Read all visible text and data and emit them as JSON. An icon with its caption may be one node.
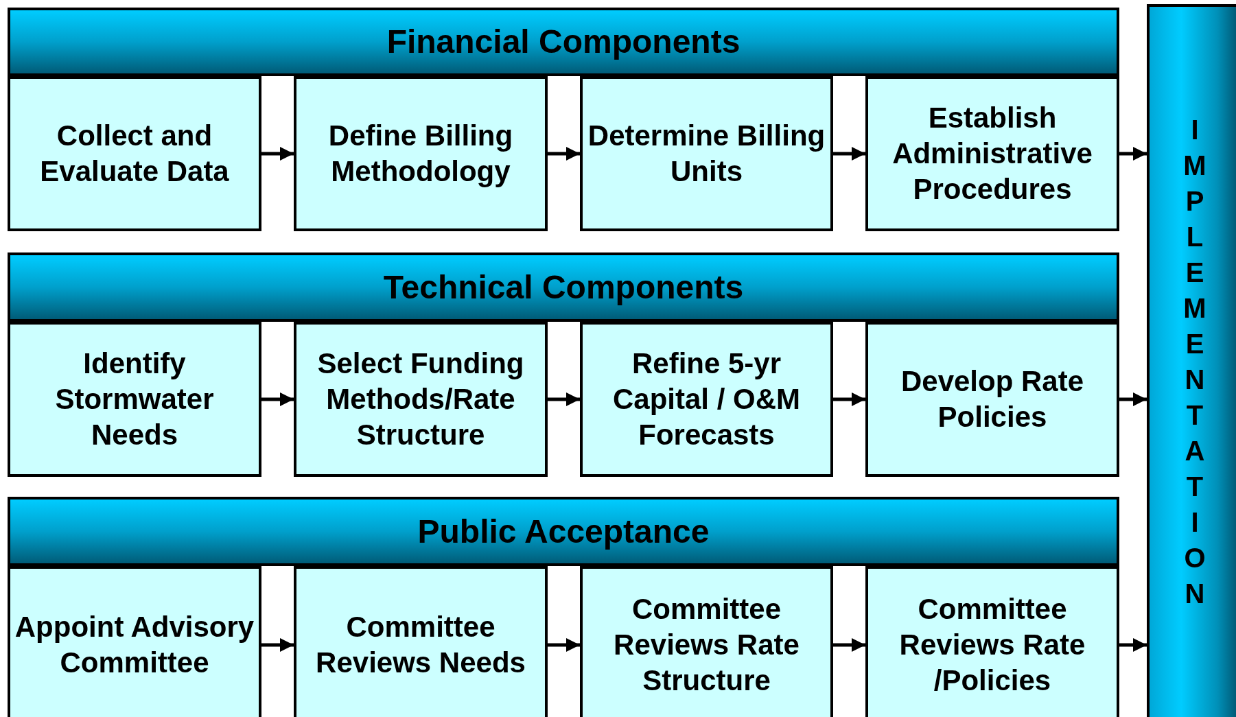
{
  "diagram": {
    "nodes": [
      {
        "text": [
          "Financial Components"
        ]
      },
      {
        "text": [
          "Collect and Evaluate Data"
        ]
      },
      {
        "text": [
          "Define Billing Methodology"
        ]
      },
      {
        "text": [
          "Determine Billing Units"
        ]
      },
      {
        "text": [
          "Establish Administrative Procedures"
        ]
      },
      {
        "text": [
          "Technical Components"
        ]
      },
      {
        "text": [
          "Identify Stormwater Needs"
        ]
      },
      {
        "text": [
          "Select Funding Methods/Rate Structure"
        ]
      },
      {
        "text": [
          "Refine 5-yr Capital / O&M Forecasts"
        ]
      },
      {
        "text": [
          "Develop Rate Policies"
        ]
      },
      {
        "text": [
          "Public Acceptance"
        ]
      },
      {
        "text": [
          "Appoint Advisory Committee"
        ]
      },
      {
        "text": [
          "Committee Reviews Needs"
        ]
      },
      {
        "text": [
          "Committee Reviews Rate Structure"
        ]
      },
      {
        "text": [
          "Committee Reviews Rate /Policies"
        ]
      },
      {
        "text": [
          "IMPLEMENTATION"
        ]
      }
    ],
    "edges": [
      {
        "from": 1,
        "to": 2,
        "arrow": "to"
      },
      {
        "from": 2,
        "to": 3,
        "arrow": "to"
      },
      {
        "from": 3,
        "to": 4,
        "arrow": "to"
      },
      {
        "from": 4,
        "to": 15,
        "arrow": "to"
      },
      {
        "from": 6,
        "to": 7,
        "arrow": "to"
      },
      {
        "from": 7,
        "to": 8,
        "arrow": "to"
      },
      {
        "from": 8,
        "to": 9,
        "arrow": "to"
      },
      {
        "from": 9,
        "to": 15,
        "arrow": "to"
      },
      {
        "from": 11,
        "to": 12,
        "arrow": "to"
      },
      {
        "from": 12,
        "to": 13,
        "arrow": "to"
      },
      {
        "from": 13,
        "to": 14,
        "arrow": "to"
      },
      {
        "from": 14,
        "to": 15,
        "arrow": "to"
      }
    ]
  }
}
